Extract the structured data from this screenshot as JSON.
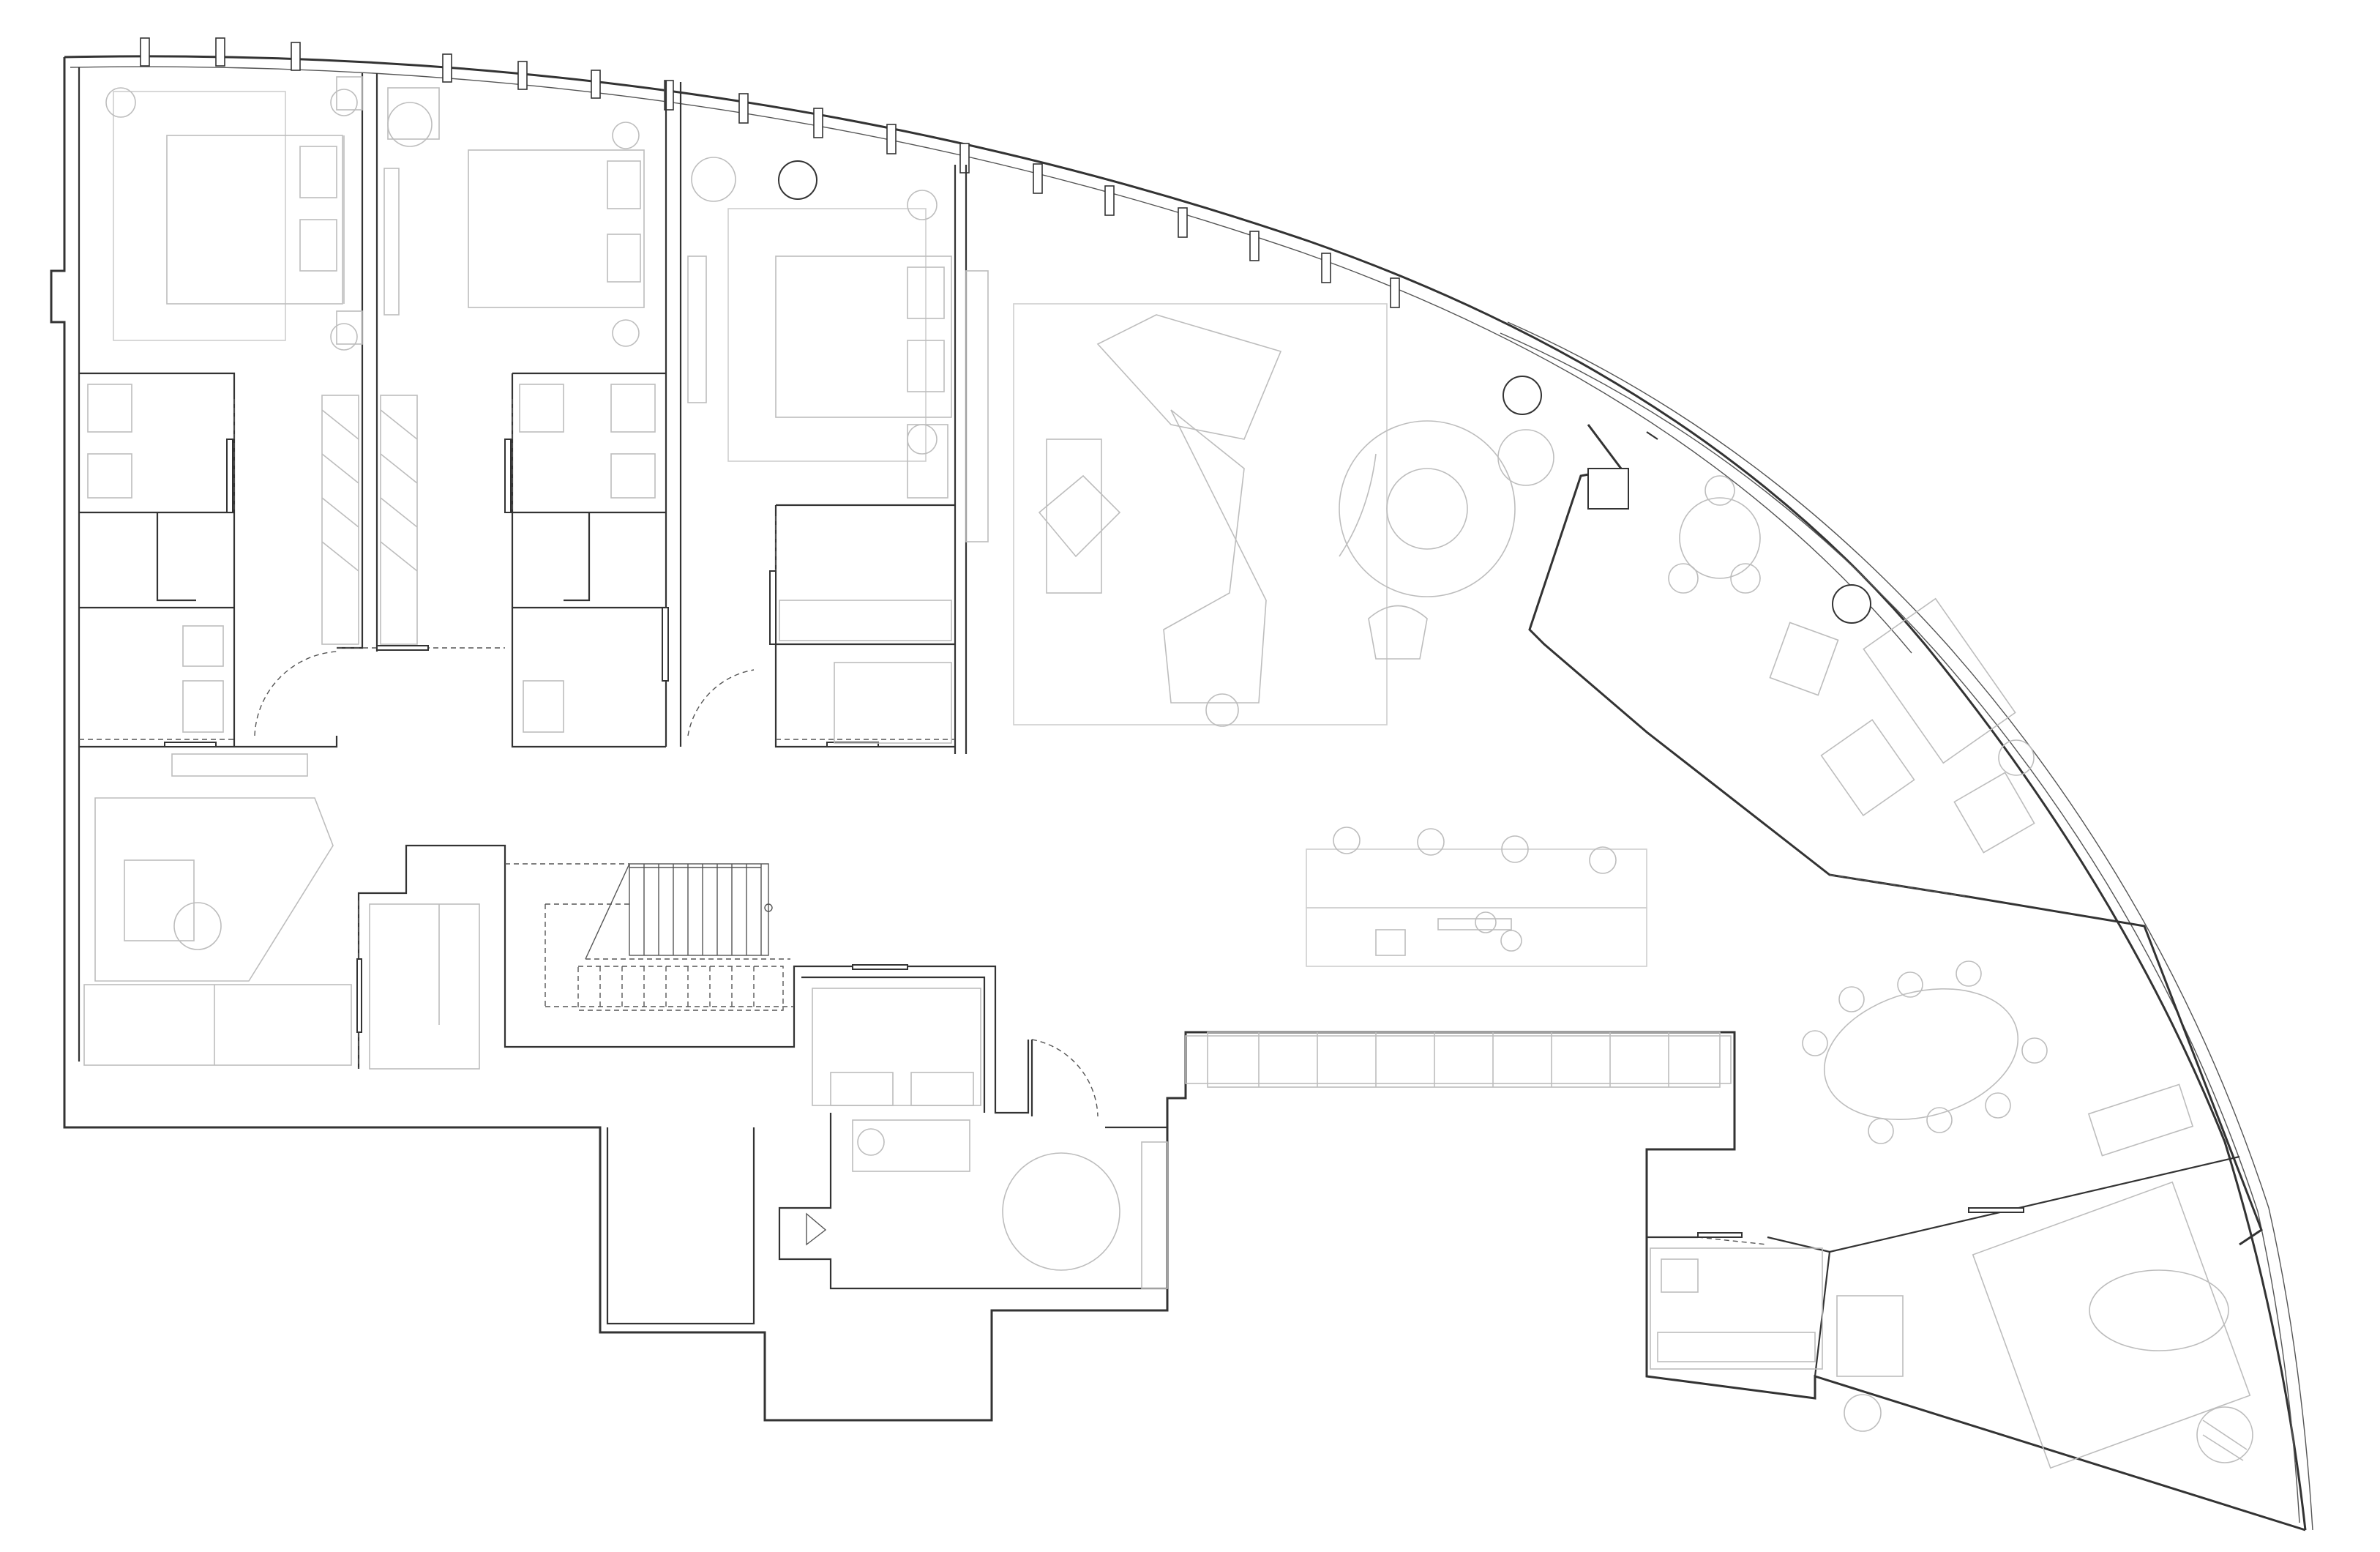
{
  "drawing": {
    "kind": "architectural-floor-plan",
    "colors": {
      "wall": "#333333",
      "furniture": "#cfcfcf",
      "background": "#ffffff"
    },
    "rooms": [
      {
        "id": "bedroom-1",
        "icon": "bed-icon"
      },
      {
        "id": "bedroom-2",
        "icon": "bed-icon"
      },
      {
        "id": "bedroom-3",
        "icon": "bed-icon"
      },
      {
        "id": "living-area",
        "icon": "sofa-icon"
      },
      {
        "id": "lounge",
        "icon": "armchair-icon"
      },
      {
        "id": "kitchen",
        "icon": "cooktop-icon"
      },
      {
        "id": "dining",
        "icon": "table-icon"
      },
      {
        "id": "family-room",
        "icon": "sofa-icon"
      },
      {
        "id": "staircase",
        "icon": "stairs-icon"
      },
      {
        "id": "entry",
        "icon": "door-icon"
      },
      {
        "id": "den",
        "icon": "armchair-icon"
      }
    ]
  }
}
